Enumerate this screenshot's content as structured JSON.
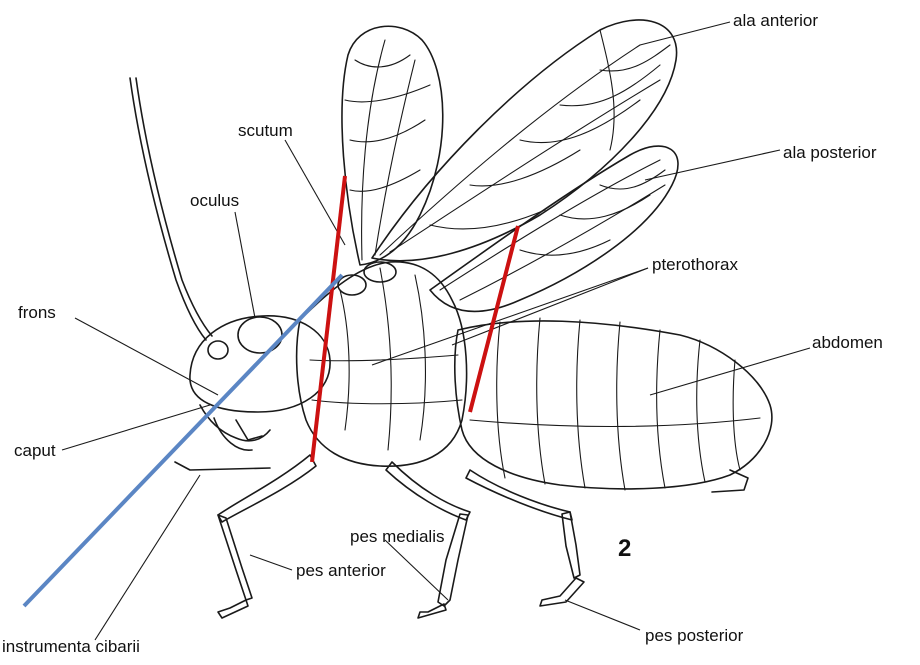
{
  "figure_number": "2",
  "labels": {
    "ala_anterior": "ala anterior",
    "ala_posterior": "ala posterior",
    "scutum": "scutum",
    "oculus": "oculus",
    "pterothorax": "pterothorax",
    "frons": "frons",
    "abdomen": "abdomen",
    "caput": "caput",
    "pes_medialis": "pes medialis",
    "pes_anterior": "pes anterior",
    "pes_posterior": "pes posterior",
    "instrumenta_cibarii": "instrumenta cibarii"
  },
  "overlay_colors": {
    "red": "#cc1111",
    "blue": "#5b86c4"
  }
}
